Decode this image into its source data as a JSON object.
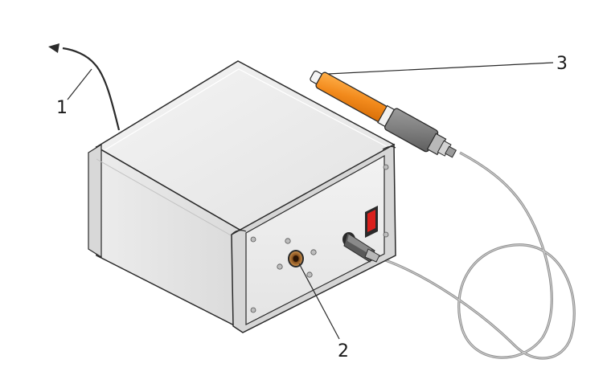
{
  "callouts": [
    {
      "id": "1",
      "label": "1"
    },
    {
      "id": "2",
      "label": "2"
    },
    {
      "id": "3",
      "label": "3"
    }
  ],
  "colors": {
    "panel_light": "#ececec",
    "panel_mid": "#dcdcdc",
    "panel_dark": "#c4c4c4",
    "outline": "#2a2a2a",
    "cable": "#9a9a9a",
    "probe_orange": "#f28a1c",
    "switch_red": "#d9201c",
    "socket_bronze": "#b07a3a"
  }
}
